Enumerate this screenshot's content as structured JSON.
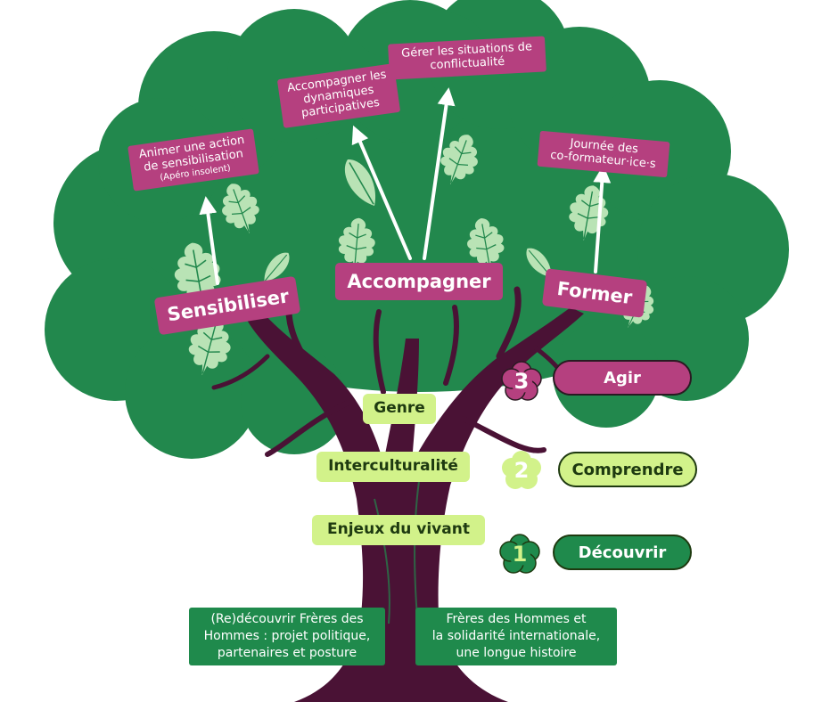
{
  "colors": {
    "canopy": "#22884d",
    "leaf_light": "#b9e3b5",
    "trunk": "#4a1235",
    "accent_pink": "#b5407f",
    "accent_lime": "#d2f28a",
    "accent_green": "#1f8a4c"
  },
  "objectives": {
    "sensibilisation": {
      "line1": "Animer une action",
      "line2": "de sensibilisation",
      "sub": "(Apéro insolent)"
    },
    "dynamiques": {
      "line1": "Accompagner les",
      "line2": "dynamiques",
      "line3": "participatives"
    },
    "conflictualite": {
      "line1": "Gérer les situations de",
      "line2": "conflictualité"
    },
    "journee": {
      "line1": "Journée des",
      "line2": "co-formateur·ice·s"
    }
  },
  "actions": {
    "sensibiliser": "Sensibiliser",
    "accompagner": "Accompagner",
    "former": "Former"
  },
  "themes": {
    "genre": "Genre",
    "interculturalite": "Interculturalité",
    "enjeux": "Enjeux du vivant"
  },
  "levels": [
    {
      "number": "3",
      "label": "Agir"
    },
    {
      "number": "2",
      "label": "Comprendre"
    },
    {
      "number": "1",
      "label": "Découvrir"
    }
  ],
  "roots": {
    "left": {
      "line1": "(Re)découvrir Frères des",
      "line2": "Hommes : projet politique,",
      "line3": "partenaires et posture"
    },
    "right": {
      "line1": "Frères des Hommes et",
      "line2": "la solidarité internationale,",
      "line3": "une longue histoire"
    }
  }
}
